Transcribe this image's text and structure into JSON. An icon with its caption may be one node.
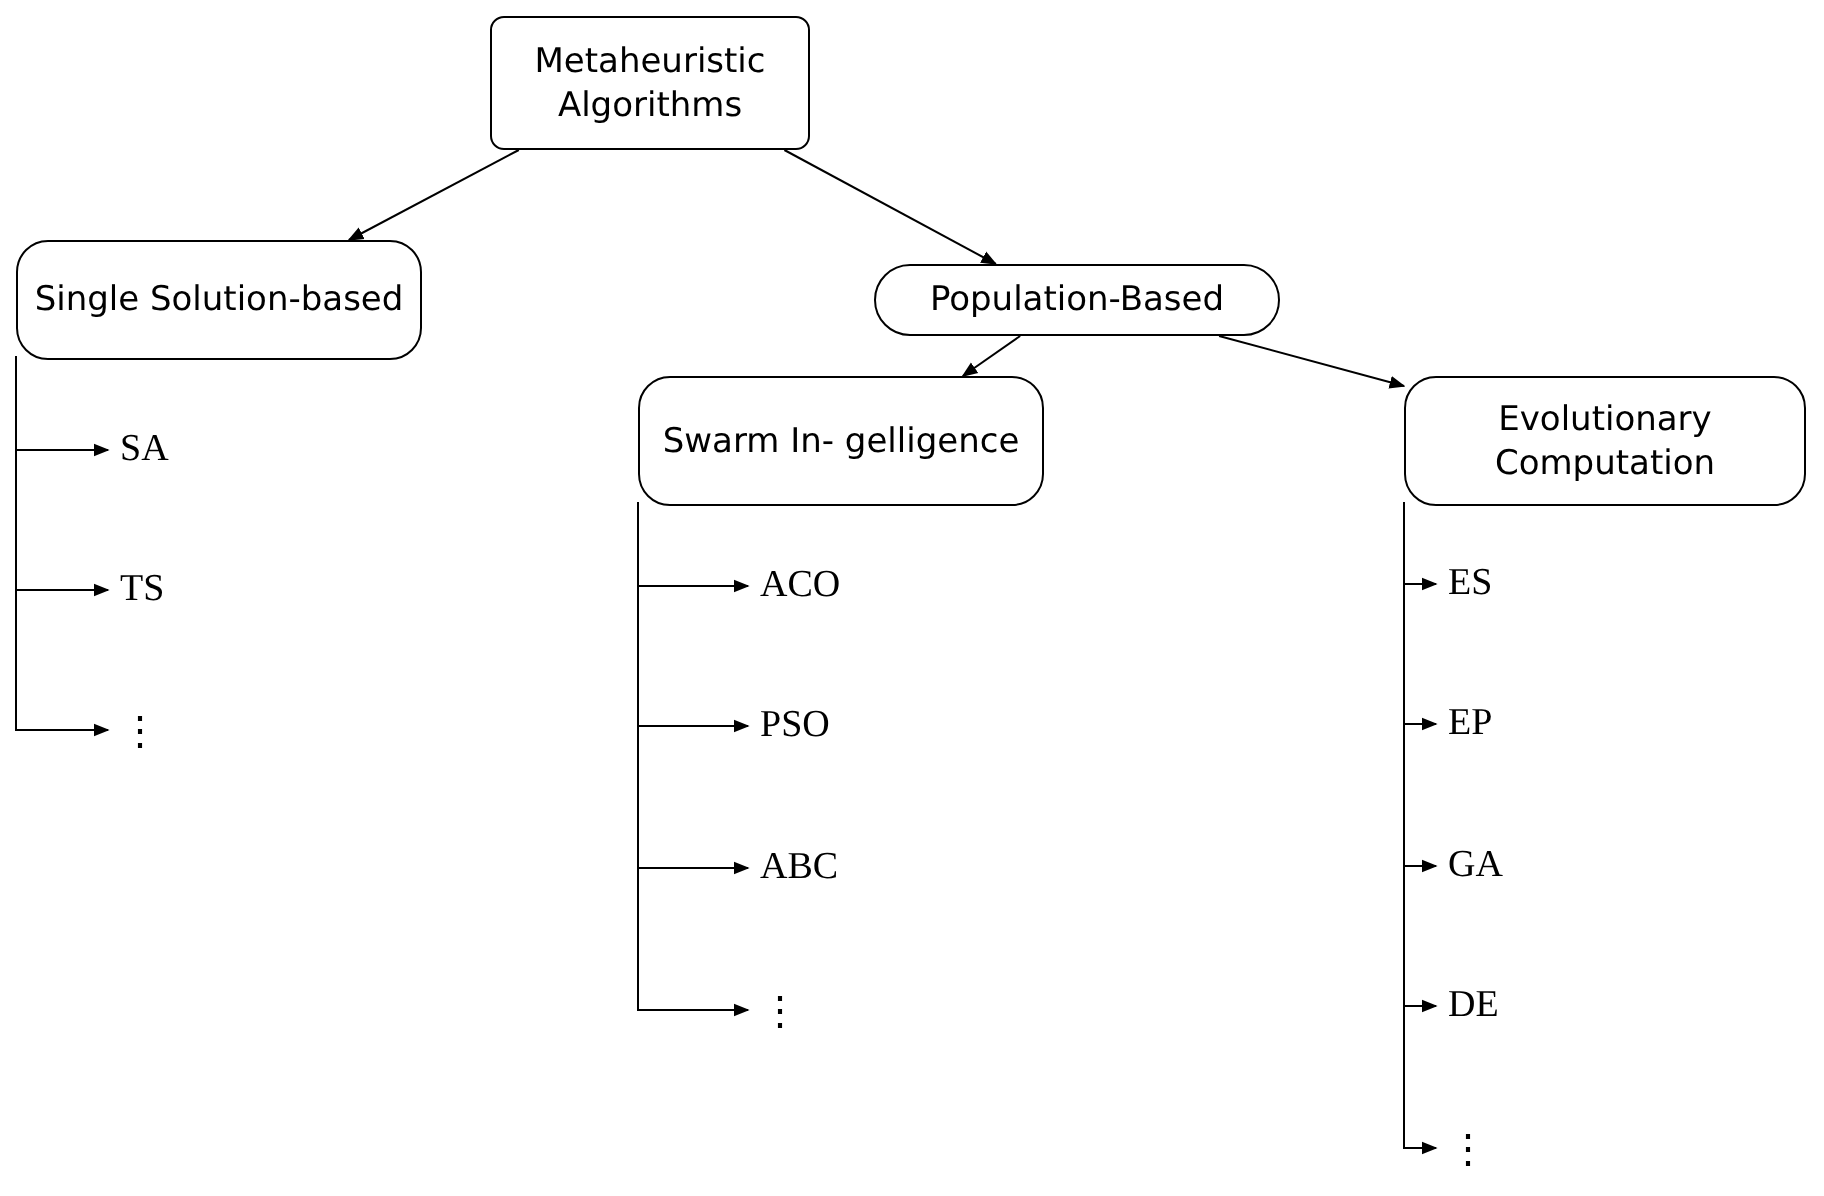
{
  "diagram": {
    "nodes": [
      {
        "text": [
          "Metaheuristic Algorithms"
        ]
      },
      {
        "text": [
          "Single Solution-based"
        ]
      },
      {
        "text": [
          "Population-Based"
        ]
      },
      {
        "text": [
          "SA"
        ]
      },
      {
        "text": [
          "TS"
        ]
      },
      {
        "text": [
          "⋮"
        ]
      },
      {
        "text": [
          "Swarm In- gelligence"
        ]
      },
      {
        "text": [
          "Evolutionary Computation"
        ]
      },
      {
        "text": [
          "ACO"
        ]
      },
      {
        "text": [
          "PSO"
        ]
      },
      {
        "text": [
          "ABC"
        ]
      },
      {
        "text": [
          "⋮"
        ]
      },
      {
        "text": [
          "ES"
        ]
      },
      {
        "text": [
          "EP"
        ]
      },
      {
        "text": [
          "GA"
        ]
      },
      {
        "text": [
          "DE"
        ]
      },
      {
        "text": [
          "⋮"
        ]
      }
    ],
    "edges": [
      {
        "from": 0,
        "to": 1,
        "arrow": "to"
      },
      {
        "from": 0,
        "to": 2,
        "arrow": "to"
      },
      {
        "from": 1,
        "to": 3,
        "arrow": "to"
      },
      {
        "from": 1,
        "to": 4,
        "arrow": "to"
      },
      {
        "from": 1,
        "to": 5,
        "arrow": "to"
      },
      {
        "from": 2,
        "to": 6,
        "arrow": "to"
      },
      {
        "from": 2,
        "to": 7,
        "arrow": "to"
      },
      {
        "from": 6,
        "to": 8,
        "arrow": "to"
      },
      {
        "from": 6,
        "to": 9,
        "arrow": "to"
      },
      {
        "from": 6,
        "to": 10,
        "arrow": "to"
      },
      {
        "from": 6,
        "to": 11,
        "arrow": "to"
      },
      {
        "from": 7,
        "to": 12,
        "arrow": "to"
      },
      {
        "from": 7,
        "to": 13,
        "arrow": "to"
      },
      {
        "from": 7,
        "to": 14,
        "arrow": "to"
      },
      {
        "from": 7,
        "to": 15,
        "arrow": "to"
      },
      {
        "from": 7,
        "to": 16,
        "arrow": "to"
      }
    ]
  }
}
